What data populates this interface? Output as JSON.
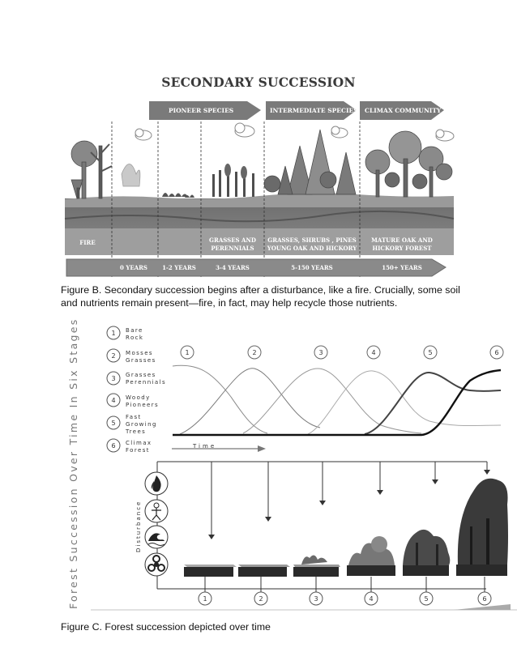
{
  "figure_b": {
    "title": "SECONDARY SUCCESSION",
    "phase_arrows": [
      "PIONEER SPECIES",
      "INTERMEDIATE SPECIES",
      "CLIMAX COMMUNITY"
    ],
    "stages": [
      {
        "line1": "FIRE",
        "line2": ""
      },
      {
        "line1": "GRASSES AND",
        "line2": "PERENNIALS"
      },
      {
        "line1": "GRASSES, SHRUBS , PINES",
        "line2": "YOUNG OAK AND HICKORY"
      },
      {
        "line1": "MATURE OAK AND",
        "line2": "HICKORY FOREST"
      }
    ],
    "years": [
      "0 YEARS",
      "1-2 YEARS",
      "3-4 YEARS",
      "5-150 YEARS",
      "150+ YEARS"
    ],
    "caption": "Figure B. Secondary succession begins after a disturbance, like a fire. Crucially, some soil and nutrients remain present—fire, in fact, may help recycle those nutrients."
  },
  "figure_c": {
    "vertical_title": "Forest Succession Over Time In Six Stages",
    "legend": [
      {
        "num": "1",
        "lines": [
          "Bare",
          "Rock"
        ]
      },
      {
        "num": "2",
        "lines": [
          "Mosses",
          "Grasses"
        ]
      },
      {
        "num": "3",
        "lines": [
          "Grasses",
          "Perennials"
        ]
      },
      {
        "num": "4",
        "lines": [
          "Woody",
          "Pioneers"
        ]
      },
      {
        "num": "5",
        "lines": [
          "Fast",
          "Growing",
          "Trees"
        ]
      },
      {
        "num": "6",
        "lines": [
          "Climax",
          "Forest"
        ]
      }
    ],
    "curve_numbers": [
      "1",
      "2",
      "3",
      "4",
      "5",
      "6"
    ],
    "time_label": "Time",
    "disturbance_label": "Disturbance",
    "disturbance_icons": [
      "fire-icon",
      "person-icon",
      "flood-wave-icon",
      "biohazard-icon"
    ],
    "block_numbers": [
      "1",
      "2",
      "3",
      "4",
      "5",
      "6"
    ],
    "caption": "Figure C. Forest succession depicted over time"
  }
}
